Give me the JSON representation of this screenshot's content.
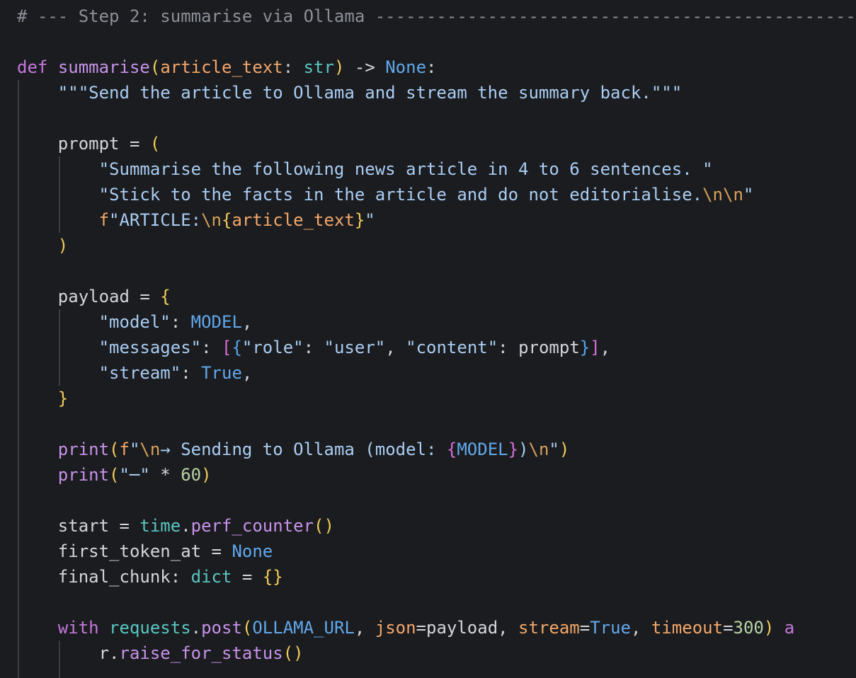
{
  "editor": {
    "language": "python",
    "colors": {
      "background": "#1b1c1f",
      "comment": "#8b8f97",
      "keyword": "#c678dd",
      "function": "#c792ea",
      "parameter": "#f3a76a",
      "type": "#58c7c2",
      "constant": "#61a8ec",
      "string": "#a9cdf3",
      "escape": "#d7a15a",
      "bracket_level_1": "#f2cc5a",
      "bracket_level_2": "#d56fd6",
      "bracket_level_3": "#54a6f0",
      "number": "#b8d3a4",
      "text": "#d3d6dc",
      "indent_guide": "#3a3c42"
    },
    "lines": [
      [
        {
          "t": "# --- Step 2: summarise via Ollama -----------------------------------------------",
          "c": "com"
        }
      ],
      [],
      [
        {
          "t": "def",
          "c": "def"
        },
        {
          "t": " ",
          "c": "var"
        },
        {
          "t": "summarise",
          "c": "fn"
        },
        {
          "t": "(",
          "c": "brk1"
        },
        {
          "t": "article_text",
          "c": "par"
        },
        {
          "t": ": ",
          "c": "op"
        },
        {
          "t": "str",
          "c": "typ"
        },
        {
          "t": ")",
          "c": "brk1"
        },
        {
          "t": " -> ",
          "c": "op"
        },
        {
          "t": "None",
          "c": "con"
        },
        {
          "t": ":",
          "c": "op"
        }
      ],
      [
        {
          "t": "    ",
          "c": "var"
        },
        {
          "t": "\"\"\"Send the article to Ollama and stream the summary back.\"\"\"",
          "c": "str"
        }
      ],
      [],
      [
        {
          "t": "    prompt ",
          "c": "var"
        },
        {
          "t": "=",
          "c": "op"
        },
        {
          "t": " ",
          "c": "var"
        },
        {
          "t": "(",
          "c": "brk1"
        }
      ],
      [
        {
          "t": "        ",
          "c": "var"
        },
        {
          "t": "\"Summarise the following news article in 4 to 6 sentences. \"",
          "c": "str"
        }
      ],
      [
        {
          "t": "        ",
          "c": "var"
        },
        {
          "t": "\"Stick to the facts in the article and do not editorialise.",
          "c": "str"
        },
        {
          "t": "\\n\\n",
          "c": "esc"
        },
        {
          "t": "\"",
          "c": "str"
        }
      ],
      [
        {
          "t": "        ",
          "c": "var"
        },
        {
          "t": "f",
          "c": "fmt"
        },
        {
          "t": "\"ARTICLE:",
          "c": "str"
        },
        {
          "t": "\\n",
          "c": "esc"
        },
        {
          "t": "{",
          "c": "brk1"
        },
        {
          "t": "article_text",
          "c": "par"
        },
        {
          "t": "}",
          "c": "brk1"
        },
        {
          "t": "\"",
          "c": "str"
        }
      ],
      [
        {
          "t": "    ",
          "c": "var"
        },
        {
          "t": ")",
          "c": "brk1"
        }
      ],
      [],
      [
        {
          "t": "    payload ",
          "c": "var"
        },
        {
          "t": "=",
          "c": "op"
        },
        {
          "t": " ",
          "c": "var"
        },
        {
          "t": "{",
          "c": "brk1"
        }
      ],
      [
        {
          "t": "        ",
          "c": "var"
        },
        {
          "t": "\"model\"",
          "c": "str"
        },
        {
          "t": ": ",
          "c": "op"
        },
        {
          "t": "MODEL",
          "c": "con"
        },
        {
          "t": ",",
          "c": "op"
        }
      ],
      [
        {
          "t": "        ",
          "c": "var"
        },
        {
          "t": "\"messages\"",
          "c": "str"
        },
        {
          "t": ": ",
          "c": "op"
        },
        {
          "t": "[",
          "c": "brk2"
        },
        {
          "t": "{",
          "c": "brk3"
        },
        {
          "t": "\"role\"",
          "c": "str"
        },
        {
          "t": ": ",
          "c": "op"
        },
        {
          "t": "\"user\"",
          "c": "str"
        },
        {
          "t": ", ",
          "c": "op"
        },
        {
          "t": "\"content\"",
          "c": "str"
        },
        {
          "t": ": prompt",
          "c": "var"
        },
        {
          "t": "}",
          "c": "brk3"
        },
        {
          "t": "]",
          "c": "brk2"
        },
        {
          "t": ",",
          "c": "op"
        }
      ],
      [
        {
          "t": "        ",
          "c": "var"
        },
        {
          "t": "\"stream\"",
          "c": "str"
        },
        {
          "t": ": ",
          "c": "op"
        },
        {
          "t": "True",
          "c": "con"
        },
        {
          "t": ",",
          "c": "op"
        }
      ],
      [
        {
          "t": "    ",
          "c": "var"
        },
        {
          "t": "}",
          "c": "brk1"
        }
      ],
      [],
      [
        {
          "t": "    ",
          "c": "var"
        },
        {
          "t": "print",
          "c": "fn"
        },
        {
          "t": "(",
          "c": "brk1"
        },
        {
          "t": "f",
          "c": "fmt"
        },
        {
          "t": "\"",
          "c": "str"
        },
        {
          "t": "\\n",
          "c": "esc"
        },
        {
          "t": "→ Sending to Ollama (model: ",
          "c": "str"
        },
        {
          "t": "{",
          "c": "brk2"
        },
        {
          "t": "MODEL",
          "c": "con"
        },
        {
          "t": "}",
          "c": "brk2"
        },
        {
          "t": ")",
          "c": "str"
        },
        {
          "t": "\\n",
          "c": "esc"
        },
        {
          "t": "\"",
          "c": "str"
        },
        {
          "t": ")",
          "c": "brk1"
        }
      ],
      [
        {
          "t": "    ",
          "c": "var"
        },
        {
          "t": "print",
          "c": "fn"
        },
        {
          "t": "(",
          "c": "brk1"
        },
        {
          "t": "\"─\"",
          "c": "str"
        },
        {
          "t": " * ",
          "c": "op"
        },
        {
          "t": "60",
          "c": "num"
        },
        {
          "t": ")",
          "c": "brk1"
        }
      ],
      [],
      [
        {
          "t": "    start ",
          "c": "var"
        },
        {
          "t": "=",
          "c": "op"
        },
        {
          "t": " ",
          "c": "var"
        },
        {
          "t": "time",
          "c": "typ"
        },
        {
          "t": ".",
          "c": "op"
        },
        {
          "t": "perf_counter",
          "c": "fn"
        },
        {
          "t": "()",
          "c": "brk1"
        }
      ],
      [
        {
          "t": "    first_token_at ",
          "c": "var"
        },
        {
          "t": "=",
          "c": "op"
        },
        {
          "t": " ",
          "c": "var"
        },
        {
          "t": "None",
          "c": "con"
        }
      ],
      [
        {
          "t": "    final_chunk",
          "c": "var"
        },
        {
          "t": ": ",
          "c": "op"
        },
        {
          "t": "dict",
          "c": "typ"
        },
        {
          "t": " = ",
          "c": "op"
        },
        {
          "t": "{}",
          "c": "brk1"
        }
      ],
      [],
      [
        {
          "t": "    ",
          "c": "var"
        },
        {
          "t": "with",
          "c": "def"
        },
        {
          "t": " ",
          "c": "var"
        },
        {
          "t": "requests",
          "c": "typ"
        },
        {
          "t": ".",
          "c": "op"
        },
        {
          "t": "post",
          "c": "fn"
        },
        {
          "t": "(",
          "c": "brk1"
        },
        {
          "t": "OLLAMA_URL",
          "c": "con"
        },
        {
          "t": ", ",
          "c": "op"
        },
        {
          "t": "json",
          "c": "par"
        },
        {
          "t": "=payload, ",
          "c": "var"
        },
        {
          "t": "stream",
          "c": "par"
        },
        {
          "t": "=",
          "c": "op"
        },
        {
          "t": "True",
          "c": "con"
        },
        {
          "t": ", ",
          "c": "op"
        },
        {
          "t": "timeout",
          "c": "par"
        },
        {
          "t": "=",
          "c": "op"
        },
        {
          "t": "300",
          "c": "num"
        },
        {
          "t": ")",
          "c": "brk1"
        },
        {
          "t": " a",
          "c": "def"
        }
      ],
      [
        {
          "t": "        r",
          "c": "var"
        },
        {
          "t": ".",
          "c": "op"
        },
        {
          "t": "raise_for_status",
          "c": "fn"
        },
        {
          "t": "()",
          "c": "brk1"
        }
      ]
    ]
  }
}
